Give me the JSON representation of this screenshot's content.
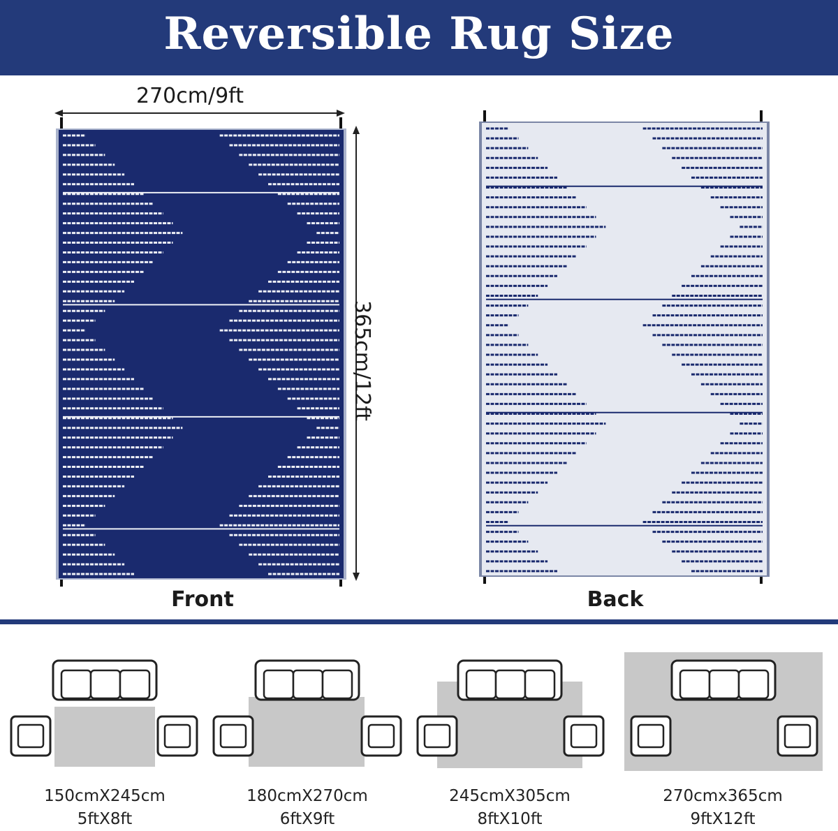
{
  "header": {
    "title": "Reversible Rug Size"
  },
  "front": {
    "caption": "Front",
    "width_label": "270cm/9ft",
    "height_label": "365cm/12ft",
    "colors": {
      "base": "#1a2a6e",
      "stripe": "#eef0f6"
    }
  },
  "back": {
    "caption": "Back",
    "colors": {
      "base": "#e6e9f1",
      "stripe": "#1a2a6e"
    }
  },
  "accent_color": "#233a7a",
  "sizes": [
    {
      "metric": "150cmX245cm",
      "imperial": "5ftX8ft"
    },
    {
      "metric": "180cmX270cm",
      "imperial": "6ftX9ft"
    },
    {
      "metric": "245cmX305cm",
      "imperial": "8ftX10ft"
    },
    {
      "metric": "270cmx365cm",
      "imperial": "9ftX12ft"
    }
  ]
}
